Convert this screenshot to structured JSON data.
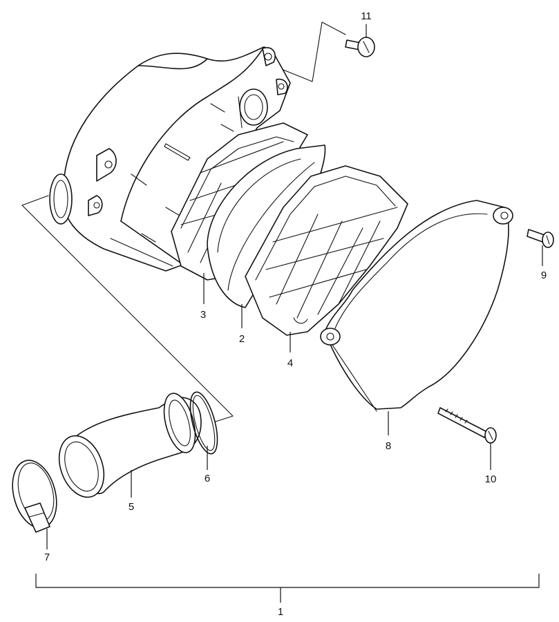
{
  "parts": [
    {
      "id": "part-1",
      "number": "1"
    },
    {
      "id": "part-2",
      "number": "2"
    },
    {
      "id": "part-3",
      "number": "3"
    },
    {
      "id": "part-4",
      "number": "4"
    },
    {
      "id": "part-5",
      "number": "5"
    },
    {
      "id": "part-6",
      "number": "6"
    },
    {
      "id": "part-7",
      "number": "7"
    },
    {
      "id": "part-8",
      "number": "8"
    },
    {
      "id": "part-9",
      "number": "9"
    },
    {
      "id": "part-10",
      "number": "10"
    },
    {
      "id": "part-11",
      "number": "11"
    }
  ]
}
